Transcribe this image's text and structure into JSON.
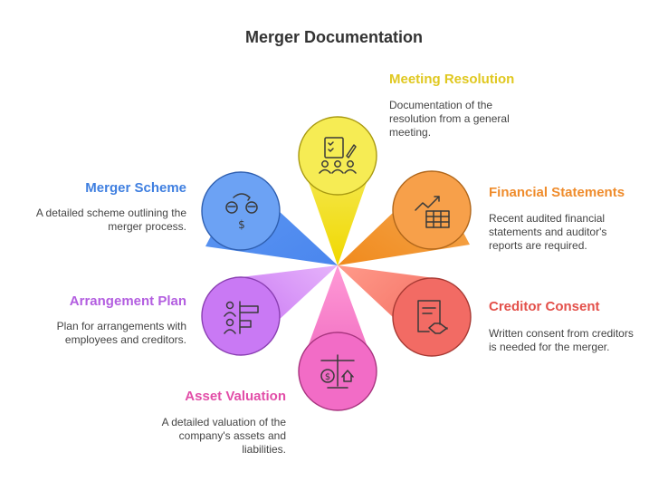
{
  "title": "Merger Documentation",
  "items": [
    {
      "key": "meeting",
      "title": "Meeting Resolution",
      "desc": "Documentation of the resolution from a general meeting.",
      "color": "#e0c820",
      "icon": "checklist-people-icon"
    },
    {
      "key": "financial",
      "title": "Financial Statements",
      "desc": "Recent audited financial statements and auditor's reports are required.",
      "color": "#ef8c2c",
      "icon": "chart-table-icon"
    },
    {
      "key": "creditor",
      "title": "Creditor Consent",
      "desc": "Written consent from creditors is needed for the merger.",
      "color": "#e3504a",
      "icon": "document-handshake-icon"
    },
    {
      "key": "asset",
      "title": "Asset Valuation",
      "desc": "A detailed valuation of the company's assets and liabilities.",
      "color": "#e24ea8",
      "icon": "scale-money-icon"
    },
    {
      "key": "arrangement",
      "title": "Arrangement Plan",
      "desc": "Plan for arrangements with employees and creditors.",
      "color": "#b35ee0",
      "icon": "people-plan-icon"
    },
    {
      "key": "scheme",
      "title": "Merger Scheme",
      "desc": "A detailed scheme outlining the merger process.",
      "color": "#3f7fe0",
      "icon": "merge-people-icon"
    }
  ]
}
